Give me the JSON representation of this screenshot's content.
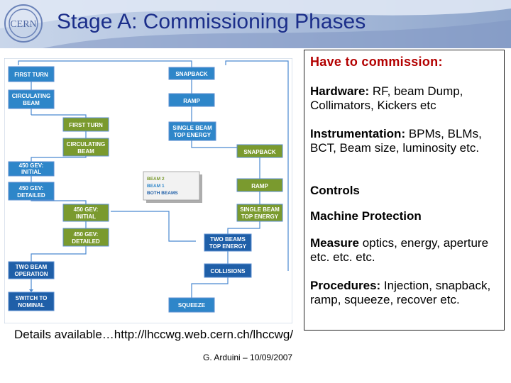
{
  "header": {
    "title": "Stage A: Commissioning Phases",
    "logo_text": "CERN"
  },
  "diagram": {
    "boxes": {
      "first_turn_1": "FIRST TURN",
      "circulating_beam_1": [
        "CIRCULATING",
        "BEAM"
      ],
      "first_turn_2": "FIRST TURN",
      "circulating_beam_2": [
        "CIRCULATING",
        "BEAM"
      ],
      "gev450_initial_1": [
        "450 GEV:",
        "INITIAL"
      ],
      "gev450_detailed_1": [
        "450 GEV:",
        "DETAILED"
      ],
      "gev450_initial_2": [
        "450 GEV:",
        "INITIAL"
      ],
      "gev450_detailed_2": [
        "450 GEV:",
        "DETAILED"
      ],
      "two_beam_operation": [
        "TWO BEAM",
        "OPERATION"
      ],
      "switch_to_nominal": [
        "SWITCH TO",
        "NOMINAL"
      ],
      "snapback_1": "SNAPBACK",
      "ramp_1": "RAMP",
      "single_beam_top_1": [
        "SINGLE BEAM",
        "TOP ENERGY"
      ],
      "snapback_2": "SNAPBACK",
      "ramp_2": "RAMP",
      "single_beam_top_2": [
        "SINGLE BEAM",
        "TOP ENERGY"
      ],
      "two_beams_top": [
        "TWO BEAMS",
        "TOP ENERGY"
      ],
      "collisions": "COLLISIONS",
      "squeeze": "SQUEEZE"
    },
    "legend": [
      "BEAM 2",
      "BEAM 1",
      "BOTH BEAMS"
    ],
    "colors": {
      "beam1": "#2e86c9",
      "beam2": "#7a9a2e",
      "both_beams": "#1f5fa8"
    }
  },
  "panel": {
    "heading": "Have to commission:",
    "items": [
      {
        "bold": "Hardware:",
        "text": " RF, beam Dump, Collimators, Kickers etc"
      },
      {
        "bold": "Instrumentation:",
        "text": " BPMs, BLMs, BCT, Beam size, luminosity etc."
      },
      {
        "bold": "Controls",
        "text": ""
      },
      {
        "bold": "Machine Protection",
        "text": ""
      },
      {
        "bold": "Measure",
        "text": " optics, energy, aperture etc. etc. etc."
      },
      {
        "bold": "Procedures:",
        "text": " Injection, snapback, ramp, squeeze, recover etc."
      }
    ]
  },
  "footer": {
    "details": "Details available…http://lhccwg.web.cern.ch/lhccwg/",
    "author": "G. Arduini – 10/09/2007"
  }
}
